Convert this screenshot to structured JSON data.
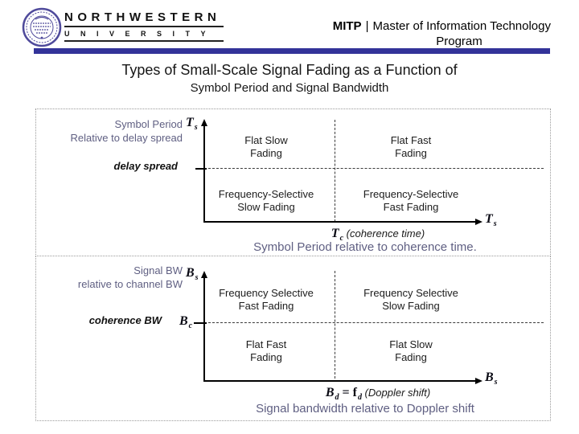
{
  "colors": {
    "accent_bar": "#333399",
    "logo_purple": "#4f4a9b",
    "muted_text": "#5f5f82",
    "diagram_line": "#000000",
    "dotted_border": "#9a9a9a"
  },
  "header": {
    "wordmark_top": "NORTHWESTERN",
    "wordmark_bottom": "UNIVERSITY",
    "program_prefix": "MITP",
    "program_divider": "|",
    "program_name": "Master of Information Technology",
    "program_name_line2": "Program"
  },
  "title": {
    "line1": "Types of Small-Scale Signal Fading as a Function of",
    "line2": "Symbol Period and Signal Bandwidth"
  },
  "time_domain": {
    "side_label_line1": "Symbol Period",
    "side_label_line2": "Relative to delay spread",
    "y_axis_symbol": {
      "base": "T",
      "sub": "s"
    },
    "threshold_label": "delay spread",
    "quadrant_top_left": {
      "line1": "Flat Slow",
      "line2": "Fading"
    },
    "quadrant_top_right": {
      "line1": "Flat Fast",
      "line2": "Fading"
    },
    "quadrant_bottom_left": {
      "line1": "Frequency-Selective",
      "line2": "Slow Fading"
    },
    "quadrant_bottom_right": {
      "line1": "Frequency-Selective",
      "line2": "Fast Fading"
    },
    "x_axis_end_symbol": {
      "base": "T",
      "sub": "s"
    },
    "x_axis_label": {
      "base": "T",
      "sub": "c",
      "rest": " (coherence time)"
    },
    "caption": "Symbol Period relative to coherence time."
  },
  "bandwidth_domain": {
    "side_label_line1": "Signal BW",
    "side_label_line2": "relative to channel BW",
    "y_axis_symbol": {
      "base": "B",
      "sub": "s"
    },
    "threshold_label": "coherence BW",
    "threshold_symbol": {
      "base": "B",
      "sub": "c"
    },
    "quadrant_top_left": {
      "line1": "Frequency Selective",
      "line2": "Fast Fading"
    },
    "quadrant_top_right": {
      "line1": "Frequency Selective",
      "line2": "Slow Fading"
    },
    "quadrant_bottom_left": {
      "line1": "Flat Fast",
      "line2": "Fading"
    },
    "quadrant_bottom_right": {
      "line1": "Flat Slow",
      "line2": "Fading"
    },
    "x_axis_end_symbol": {
      "base": "B",
      "sub": "s"
    },
    "x_axis_label": {
      "b_base": "B",
      "b_sub": "d",
      "equals": " = ",
      "f_base": "f",
      "f_sub": "d",
      "rest": " (Doppler shift)"
    },
    "caption": "Signal bandwidth relative to Doppler shift"
  }
}
